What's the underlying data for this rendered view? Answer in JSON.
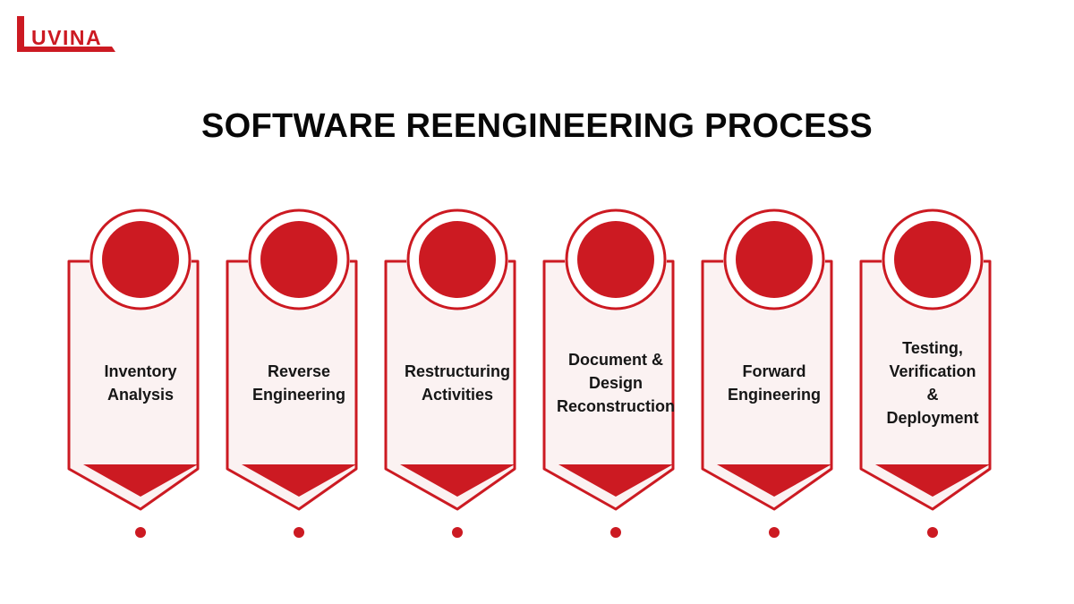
{
  "brand": {
    "logo_text": "UVINA",
    "accent_color": "#cc1a22"
  },
  "title": "SOFTWARE REENGINEERING PROCESS",
  "steps": [
    {
      "label": "Inventory\nAnalysis"
    },
    {
      "label": "Reverse\nEngineering"
    },
    {
      "label": "Restructuring\nActivities"
    },
    {
      "label": "Document &\nDesign\nReconstruction"
    },
    {
      "label": "Forward\nEngineering"
    },
    {
      "label": "Testing,\nVerification\n&\nDeployment"
    }
  ],
  "colors": {
    "red": "#cc1a22",
    "card_fill": "#fbf2f2",
    "title": "#080808",
    "text": "#161616"
  }
}
